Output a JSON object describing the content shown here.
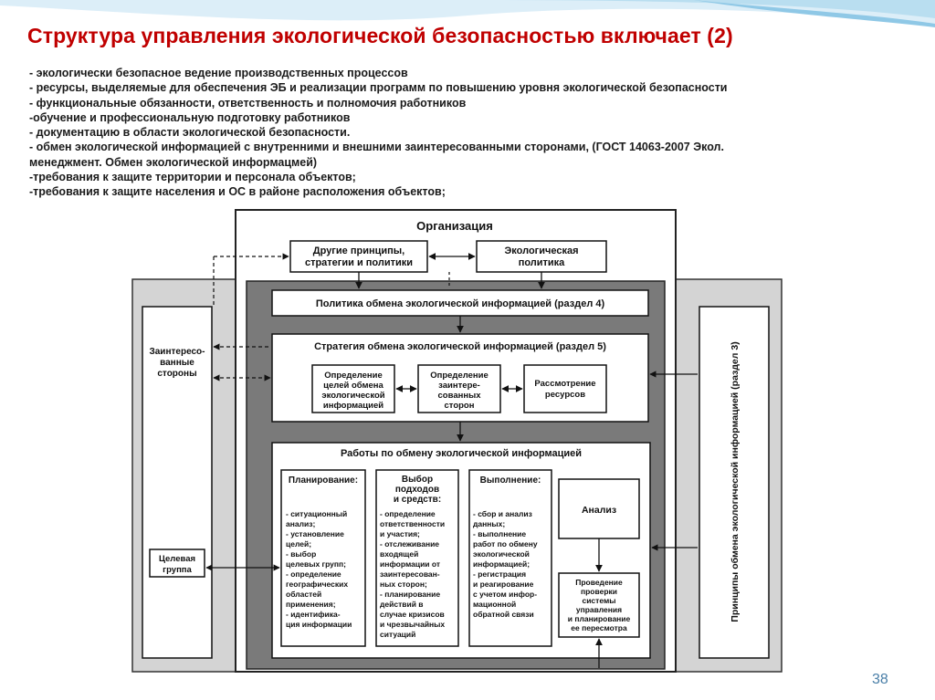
{
  "slide": {
    "title": "Структура управления экологической безопасностью включает (2)",
    "page_number": "38",
    "bullets": [
      "- экологически безопасное ведение производственных процессов",
      "- ресурсы, выделяемые для обеспечения ЭБ и реализации программ по повышению уровня экологической безопасности",
      "- функциональные обязанности, ответственность и полномочия работников",
      "-обучение и профессиональную подготовку работников",
      "- документацию в области экологической безопасности.",
      "- обмен экологической информацией с внутренними и внешними заинтересованными сторонами, (ГОСТ 14063-2007 Экол.",
      "менеджмент. Обмен экологической информацмей)",
      "-требования к защите территории и персонала объектов;",
      "-требования к защите населения и ОС в районе расположения объектов;"
    ]
  },
  "diagram": {
    "organization": "Организация",
    "other_principles": [
      "Другие принципы,",
      "стратегии и политики"
    ],
    "eco_policy": [
      "Экологическая",
      "политика"
    ],
    "policy_exchange": "Политика обмена экологической информацией (раздел 4)",
    "strategy_title": "Стратегия обмена экологической информацией (раздел 5)",
    "strat_goals": [
      "Определение",
      "целей обмена",
      "экологической",
      "информацией"
    ],
    "strat_parties": [
      "Определение",
      "заинтере-",
      "сованных",
      "сторон"
    ],
    "strat_resources": [
      "Рассмотрение",
      "ресурсов"
    ],
    "works_title": "Работы по обмену экологической информацией",
    "stakeholders": [
      "Заинтересо-",
      "ванные",
      "стороны"
    ],
    "target_group": [
      "Целевая",
      "группа"
    ],
    "principles_vertical": "Принципы обмена экологической информацией (раздел 3)",
    "planning_title": "Планирование:",
    "planning_lines": [
      "- ситуационный",
      "анализ;",
      "- установление",
      "целей;",
      "- выбор",
      "целевых групп;",
      "- определение",
      "географических",
      "областей",
      "применения;",
      "- идентифика-",
      "ция информации"
    ],
    "choice_title": [
      "Выбор",
      "подходов",
      "и средств:"
    ],
    "choice_lines": [
      "- определение",
      "ответственности",
      "и участия;",
      "- отслеживание",
      "входящей",
      "информации от",
      "заинтересован-",
      "ных сторон;",
      "- планирование",
      "действий в",
      "случае кризисов",
      "и чрезвычайных",
      "ситуаций"
    ],
    "exec_title": "Выполнение:",
    "exec_lines": [
      "- сбор и анализ",
      "данных;",
      "- выполнение",
      "работ по обмену",
      "экологической",
      "информацией;",
      "- регистрация",
      "и реагирование",
      "с учетом инфор-",
      "мационной",
      "обратной связи"
    ],
    "analysis": "Анализ",
    "review": [
      "Проведение",
      "проверки",
      "системы",
      "управления",
      "и планирование",
      "ее пересмотра"
    ]
  }
}
